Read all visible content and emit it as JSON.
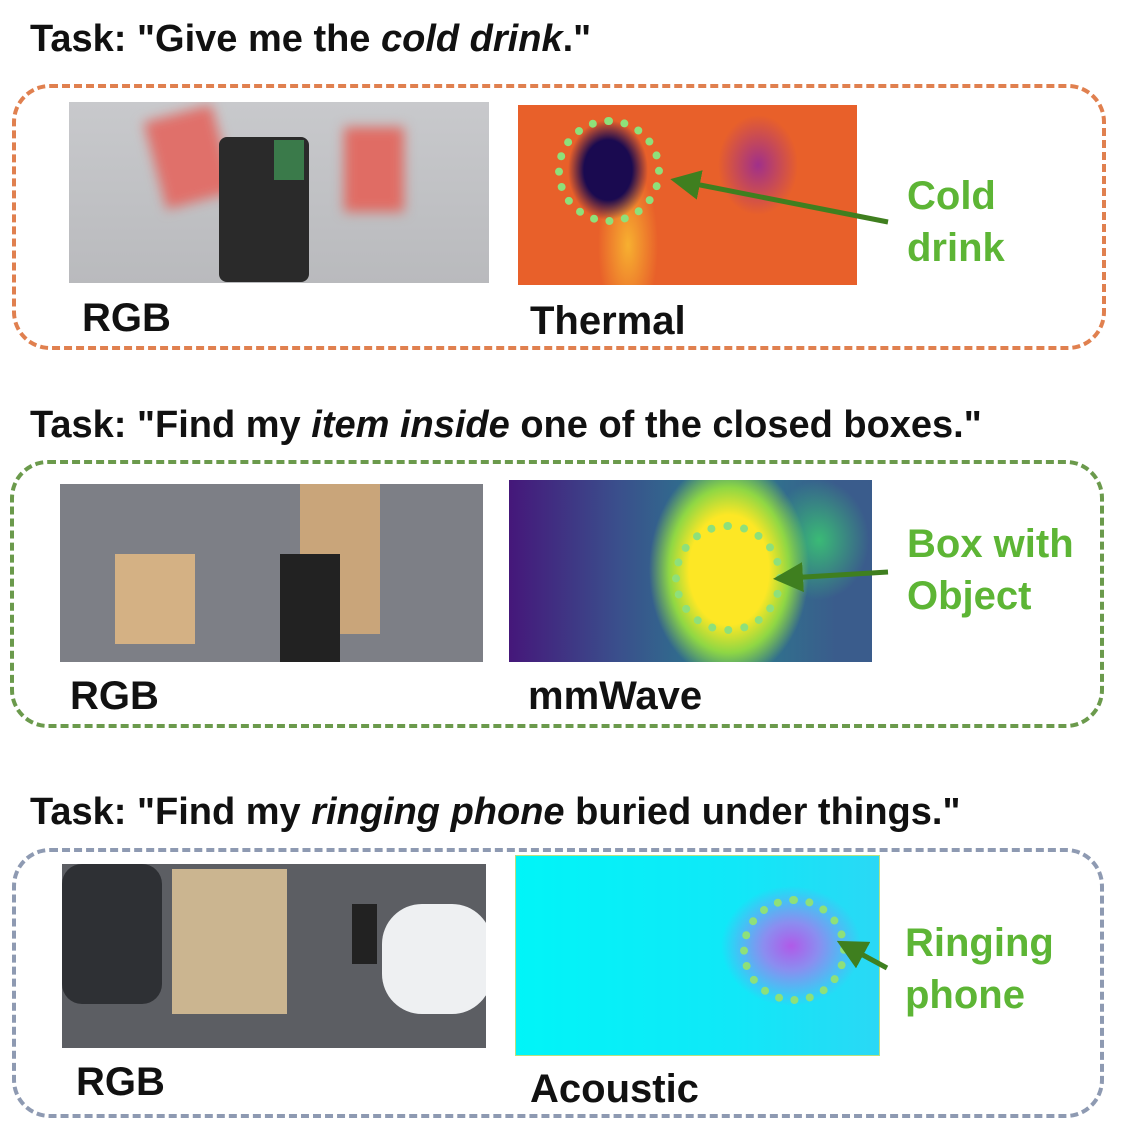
{
  "panels": [
    {
      "task_prefix": "Task: \"Give me the ",
      "task_italic": "cold drink",
      "task_suffix": ".\"",
      "rgb_label": "RGB",
      "sensor_label": "Thermal",
      "annotation_line1": "Cold",
      "annotation_line2": "drink",
      "border_color": "#e0804f"
    },
    {
      "task_prefix": "Task: \"Find my ",
      "task_italic": "item inside",
      "task_suffix": " one of the closed boxes.\"",
      "rgb_label": "RGB",
      "sensor_label": "mmWave",
      "annotation_line1": "Box with",
      "annotation_line2": "Object",
      "border_color": "#6b9a4c"
    },
    {
      "task_prefix": "Task: \"Find my ",
      "task_italic": "ringing phone",
      "task_suffix": " buried under things.\"",
      "rgb_label": "RGB",
      "sensor_label": "Acoustic",
      "annotation_line1": "Ringing",
      "annotation_line2": "phone",
      "border_color": "#8e9ab2"
    }
  ],
  "colors": {
    "annotation": "#5db535",
    "arrow": "#3f7f1f",
    "highlight": "#8ee07a"
  }
}
